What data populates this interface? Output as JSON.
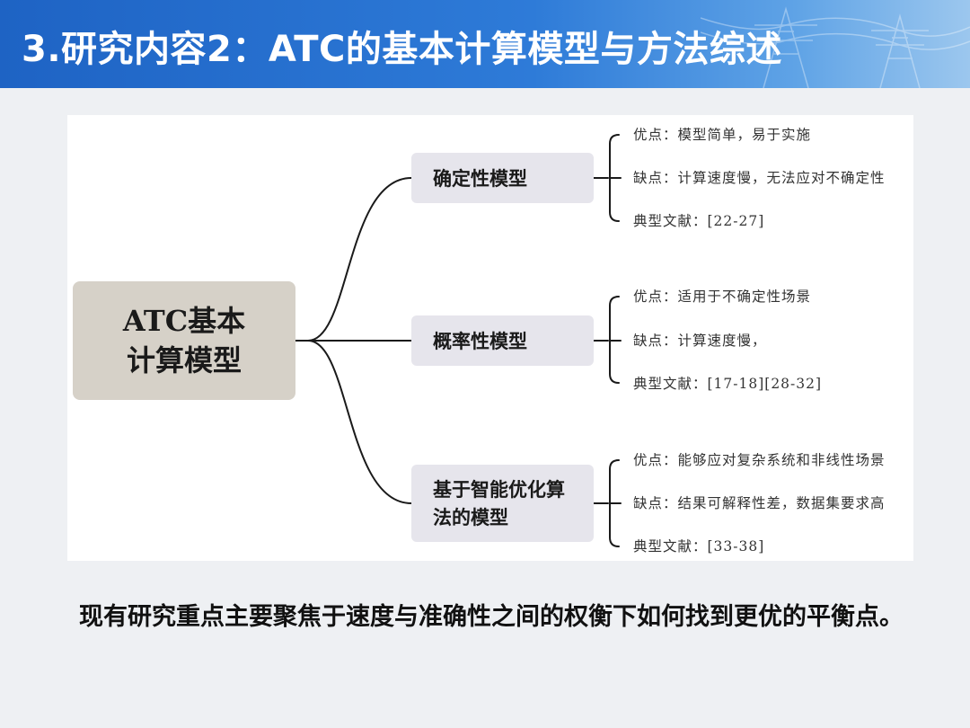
{
  "slide": {
    "title": "3.研究内容2：ATC的基本计算模型与方法综述",
    "summary": "现有研究重点主要聚焦于速度与准确性之间的权衡下如何找到更优的平衡点。"
  },
  "diagram": {
    "root": "ATC基本计算模型",
    "branches": [
      {
        "label": "确定性模型",
        "leaves": [
          "优点：模型简单，易于实施",
          "缺点：计算速度慢，无法应对不确定性",
          "典型文献：[22-27]"
        ]
      },
      {
        "label": "概率性模型",
        "leaves": [
          "优点：适用于不确定性场景",
          "缺点：计算速度慢，",
          "典型文献：[17-18][28-32]"
        ]
      },
      {
        "label": "基于智能优化算法的模型",
        "leaves": [
          "优点：能够应对复杂系统和非线性场景",
          "缺点：结果可解释性差，数据集要求高",
          "典型文献：[33-38]"
        ]
      }
    ]
  },
  "colors": {
    "header": "#1e63c4",
    "root_box": "#d6d1c8",
    "branch_box": "#e6e5ec",
    "background": "#eef0f3"
  }
}
